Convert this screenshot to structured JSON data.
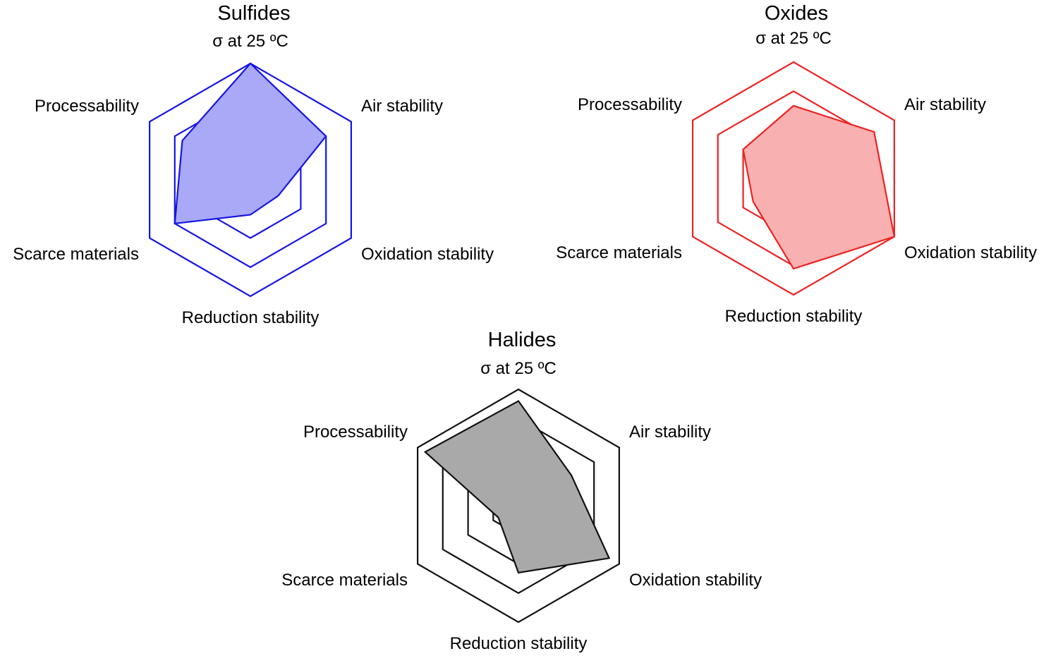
{
  "chart_data": [
    {
      "type": "radar",
      "title": "Sulfides",
      "axes": [
        "σ at 25 ºC",
        "Air stability",
        "Oxidation stability",
        "Reduction stability",
        "Scarce materials",
        "Processability"
      ],
      "scale": {
        "min": 0,
        "max": 4,
        "rings": 4
      },
      "series": [
        {
          "values": [
            4.0,
            3.0,
            1.1,
            1.2,
            3.0,
            2.7
          ]
        }
      ],
      "colors": {
        "grid": "#1414e6",
        "fill": "#a9a9f7",
        "stroke": "#1414e6"
      }
    },
    {
      "type": "radar",
      "title": "Oxides",
      "axes": [
        "σ at 25 ºC",
        "Air stability",
        "Oxidation stability",
        "Reduction stability",
        "Scarce materials",
        "Processability"
      ],
      "scale": {
        "min": 0,
        "max": 4,
        "rings": 4
      },
      "series": [
        {
          "values": [
            2.5,
            3.2,
            4.0,
            3.1,
            1.6,
            2.0
          ]
        }
      ],
      "colors": {
        "grid": "#ee2222",
        "fill": "#f9b0b0",
        "stroke": "#ee2222"
      }
    },
    {
      "type": "radar",
      "title": "Halides",
      "axes": [
        "σ at 25 ºC",
        "Air stability",
        "Oxidation stability",
        "Reduction stability",
        "Scarce materials",
        "Processability"
      ],
      "scale": {
        "min": 0,
        "max": 4,
        "rings": 4
      },
      "series": [
        {
          "values": [
            3.6,
            2.1,
            3.6,
            2.3,
            0.8,
            3.7
          ]
        }
      ],
      "colors": {
        "grid": "#111111",
        "fill": "#a9a9a9",
        "stroke": "#111111"
      }
    }
  ]
}
